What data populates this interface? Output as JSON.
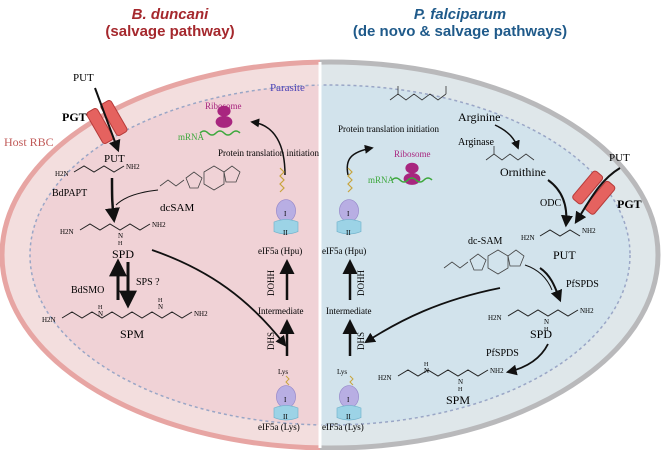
{
  "headers": {
    "left_organism": "B. duncani",
    "left_subtitle": "(salvage pathway)",
    "right_organism": "P. falciparum",
    "right_subtitle": "(de novo & salvage pathways)"
  },
  "regions": {
    "host": "Host RBC",
    "parasite": "Parasite"
  },
  "left": {
    "put_outside": "PUT",
    "transporter": "PGT",
    "put_inside": "PUT",
    "enzyme_bdpapt": "BdPAPT",
    "cofactor": "dcSAM",
    "spd": "SPD",
    "enzyme_bdsmo": "BdSMO",
    "enzyme_sps": "SPS ?",
    "spm": "SPM"
  },
  "right": {
    "arginine": "Arginine",
    "enzyme_arginase": "Arginase",
    "ornithine": "Ornithine",
    "enzyme_odc": "ODC",
    "put_outside": "PUT",
    "transporter": "PGT",
    "put": "PUT",
    "cofactor": "dc-SAM",
    "enzyme_pfspds_1": "PfSPDS",
    "spd": "SPD",
    "enzyme_pfspds_2": "PfSPDS",
    "spm": "SPM"
  },
  "hypusination_left": {
    "ribosome": "Ribosome",
    "mrna": "mRNA",
    "translation": "Protein translation initiation",
    "eif5a_hpu": "eIF5a (Hpu)",
    "enzyme_dohh": "DOHH",
    "intermediate": "Intermediate",
    "enzyme_dhs": "DHS",
    "lys": "Lys",
    "eif5a_lys": "eIF5a (Lys)",
    "domain_1": "I",
    "domain_2": "II"
  },
  "hypusination_right": {
    "translation": "Protein translation initiation",
    "ribosome": "Ribosome",
    "mrna": "mRNA",
    "eif5a_hpu": "eIF5a (Hpu)",
    "enzyme_dohh": "DOHH",
    "intermediate": "Intermediate",
    "enzyme_dhs": "DHS",
    "lys": "Lys",
    "eif5a_lys": "eIF5a (Lys)",
    "domain_1": "I",
    "domain_2": "II"
  },
  "structure_labels": {
    "left_put": [
      "H2N",
      "NH2"
    ],
    "left_spd": [
      "H2N",
      "N",
      "H",
      "NH2"
    ],
    "left_spm": [
      "H2N",
      "H",
      "N",
      "N",
      "H",
      "NH2"
    ],
    "right_put": [
      "H2N",
      "NH2"
    ],
    "right_spd": [
      "H2N",
      "N",
      "H",
      "NH2"
    ],
    "right_spm": [
      "H2N",
      "H",
      "N",
      "N",
      "H",
      "NH2"
    ]
  },
  "colors": {
    "host_fill": "#f3dede",
    "host_border": "#e7a5a3",
    "parasite_left": "#f0d2d6",
    "parasite_right": "#d2e3ec",
    "right_rbc_fill": "#dfe7ea",
    "right_rbc_border": "#b9b9bb",
    "left_header": "#a5282d",
    "right_header": "#1f5a8a",
    "channel": "#e5625f",
    "ribosome": "#a8267f",
    "mrna": "#3ea83e",
    "eif5a_domain1": "#b8aee3",
    "eif5a_domain2": "#9cd3e6"
  }
}
